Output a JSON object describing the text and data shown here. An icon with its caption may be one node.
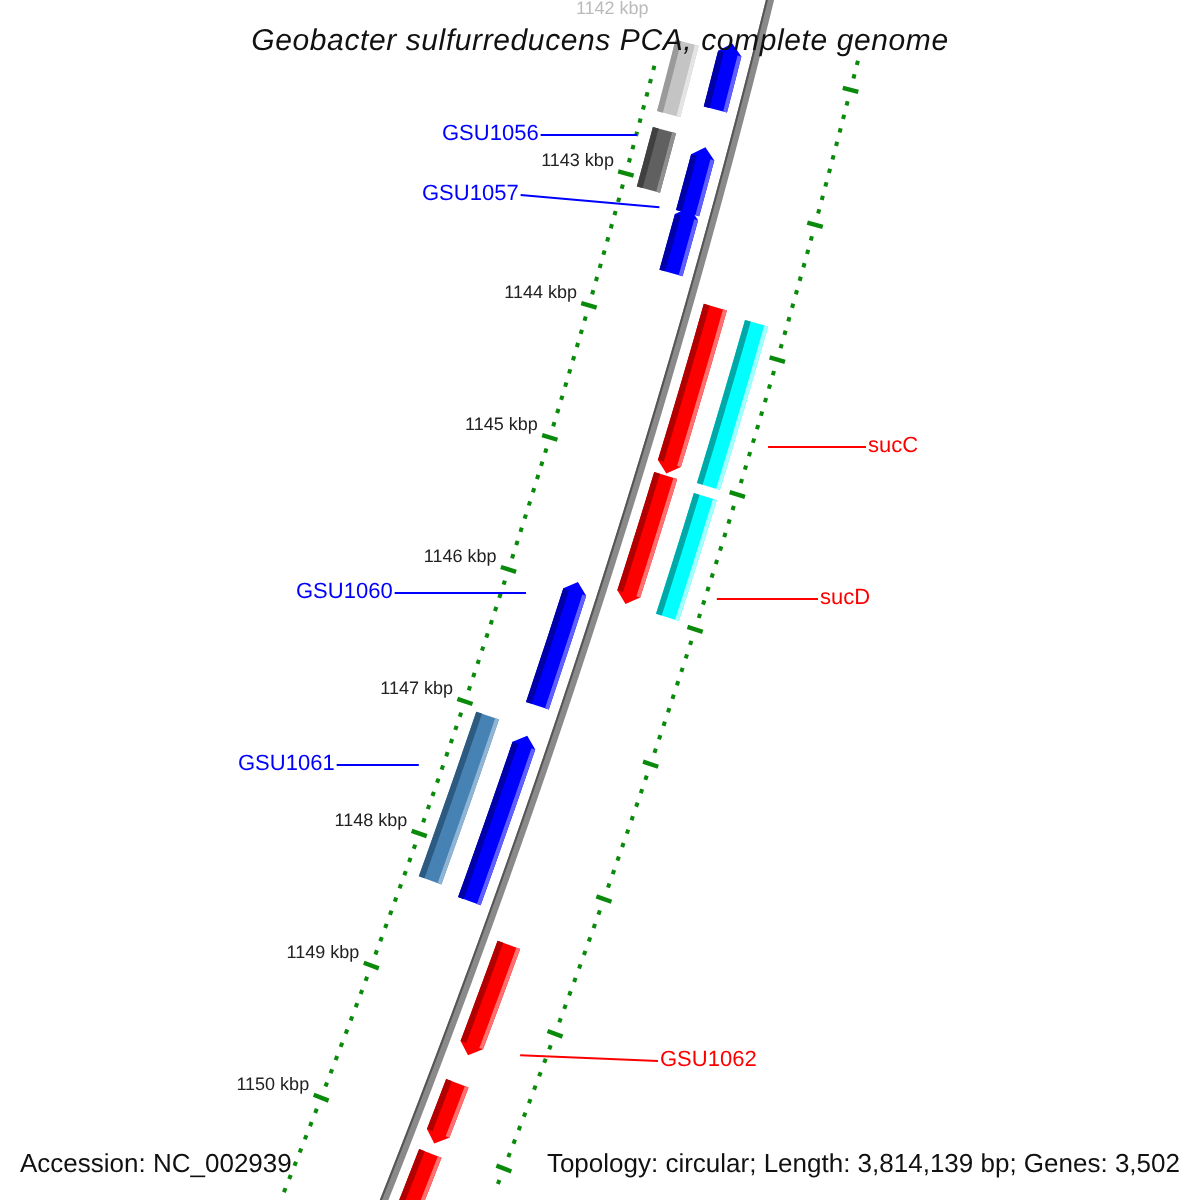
{
  "diagram": {
    "title": "Geobacter sulfurreducens PCA, complete genome",
    "nodes": [
      {
        "text": [],
        "shape": "bar"
      },
      {
        "text": [],
        "shape": "bar"
      },
      {
        "text": [
          "GSU1056"
        ]
      },
      {
        "text": [],
        "shape": "bar"
      },
      {
        "text": [],
        "shape": "bar"
      },
      {
        "text": [
          "GSU1057"
        ]
      },
      {
        "text": [],
        "shape": "bar"
      },
      {
        "text": [],
        "shape": "bar"
      },
      {
        "text": [],
        "shape": "bar"
      },
      {
        "text": [
          "sucC"
        ]
      },
      {
        "text": [],
        "shape": "bar"
      },
      {
        "text": [],
        "shape": "bar"
      },
      {
        "text": [
          "GSU1060"
        ]
      },
      {
        "text": [
          "sucD"
        ]
      },
      {
        "text": [],
        "shape": "bar"
      },
      {
        "text": [],
        "shape": "bar"
      },
      {
        "text": [],
        "shape": "bar"
      },
      {
        "text": [
          "GSU1061"
        ]
      },
      {
        "text": [],
        "shape": "bar"
      },
      {
        "text": [
          "GSU1062"
        ]
      },
      {
        "text": [],
        "shape": "bar"
      },
      {
        "text": [],
        "shape": "bar"
      }
    ],
    "edges": [
      {
        "from": 2,
        "to": 3,
        "arrow": "none"
      },
      {
        "from": 5,
        "to": 6,
        "arrow": "none"
      },
      {
        "from": 9,
        "to": 8,
        "arrow": "none",
        "color": "#ff0000"
      },
      {
        "from": 13,
        "to": 11,
        "arrow": "none",
        "color": "#ff0000"
      },
      {
        "from": 12,
        "to": 14,
        "arrow": "none"
      },
      {
        "from": 17,
        "to": 15,
        "arrow": "none"
      },
      {
        "from": 19,
        "to": 18,
        "arrow": "none",
        "color": "#ff0000"
      }
    ],
    "labels": [
      "1142 kbp",
      "1143 kbp",
      "1144 kbp",
      "1145 kbp",
      "1146 kbp",
      "1147 kbp",
      "1148 kbp",
      "1149 kbp",
      "1150 kbp",
      "Accession: NC_002939",
      "Topology: circular; Length: 3,814,139 bp; Genes: 3,502"
    ]
  }
}
